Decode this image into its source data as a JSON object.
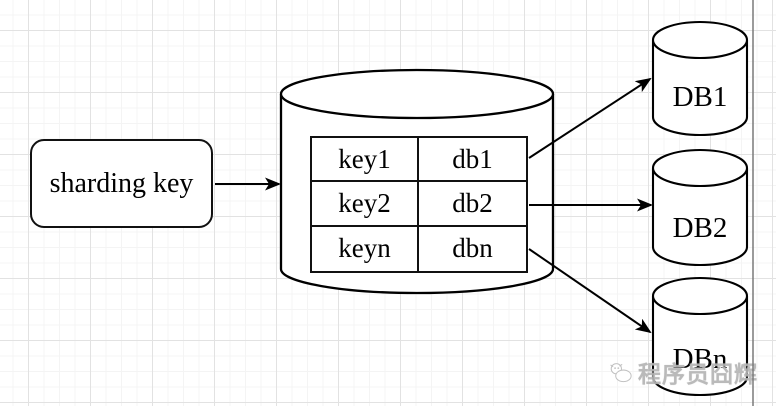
{
  "diagram": {
    "title_hint": "database sharding routing diagram",
    "input": {
      "label": "sharding key"
    },
    "mapping_table": {
      "rows": [
        {
          "key": "key1",
          "db": "db1"
        },
        {
          "key": "key2",
          "db": "db2"
        },
        {
          "key": "keyn",
          "db": "dbn"
        }
      ]
    },
    "databases": [
      {
        "label": "DB1"
      },
      {
        "label": "DB2"
      },
      {
        "label": "DBn"
      }
    ],
    "watermark": {
      "text": "程序员囧辉"
    },
    "colors": {
      "stroke": "#000000",
      "background": "#ffffff",
      "grid_minor": "#f4f4f4",
      "grid_major": "#e2e2e2",
      "watermark": "#b5b5b5"
    }
  }
}
